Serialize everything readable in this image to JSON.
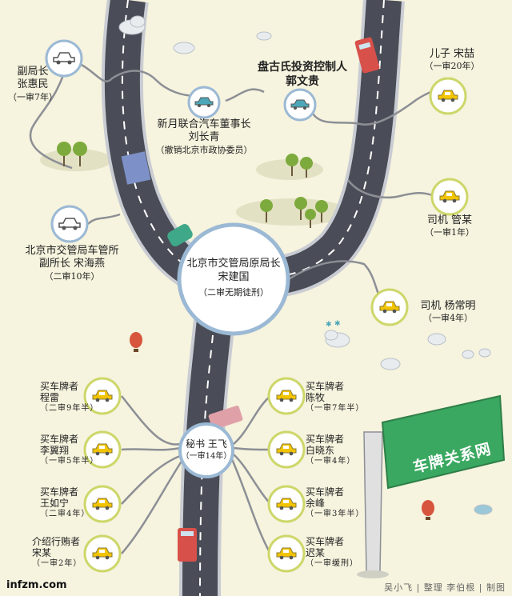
{
  "center_hub": {
    "line1": "北京市交管局原局长",
    "line2": "宋建国",
    "sentence": "（二审无期徒刑）"
  },
  "secretary_hub": {
    "name": "秘书 王飞",
    "sentence": "（一审14年）"
  },
  "officials": {
    "zhang": {
      "role": "副局长",
      "name": "张惠民",
      "sentence": "（一审7年）"
    },
    "liu": {
      "role": "新月联合汽车董事长",
      "name": "刘长青",
      "sentence": "（撤销北京市政协委员）"
    },
    "guo": {
      "role": "盘古氏投资控制人",
      "name": "郭文贵"
    },
    "son": {
      "role": "儿子 宋喆",
      "sentence": "（一审20年）"
    },
    "guan": {
      "role": "司机 管某",
      "sentence": "（一审1年）"
    },
    "song_hy": {
      "role": "北京市交管局车管所",
      "name": "副所长 宋海燕",
      "sentence": "（二审10年）"
    },
    "yang": {
      "role": "司机 杨常明",
      "sentence": "（一审4年）"
    }
  },
  "buyers_left": [
    {
      "role": "买车牌者",
      "name": "程雷",
      "sentence": "（二审9年半）"
    },
    {
      "role": "买车牌者",
      "name": "李翼翔",
      "sentence": "（一审5年半）"
    },
    {
      "role": "买车牌者",
      "name": "王如宁",
      "sentence": "（二审4年）"
    },
    {
      "role": "介绍行贿者",
      "name": "宋某",
      "sentence": "（一审2年）"
    }
  ],
  "buyers_right": [
    {
      "role": "买车牌者",
      "name": "陈牧",
      "sentence": "（一审7年半）"
    },
    {
      "role": "买车牌者",
      "name": "白晓东",
      "sentence": "（一审4年）"
    },
    {
      "role": "买车牌者",
      "name": "余峰",
      "sentence": "（一审3年半）"
    },
    {
      "role": "买车牌者",
      "name": "迟某",
      "sentence": "（一审缓刑）"
    }
  ],
  "sign_title": "车牌关系网",
  "footer": {
    "site": "infzm.com",
    "credits": "吴小飞 | 整理  李伯根 | 制图"
  },
  "colors": {
    "background": "#f6f3de",
    "road": "#4a4d57",
    "road_edge": "#c9ccd2",
    "node_ring": "#9bb9d4",
    "badge_ring_yellow": "#cdd76a",
    "connector": "#8c8f95",
    "sign_green": "#3aa860",
    "tree": "#7daa3c"
  },
  "icons": [
    "car-icon",
    "tree-icon",
    "cloud-icon",
    "bus-icon",
    "truck-icon",
    "balloon-icon",
    "signpost-icon"
  ]
}
